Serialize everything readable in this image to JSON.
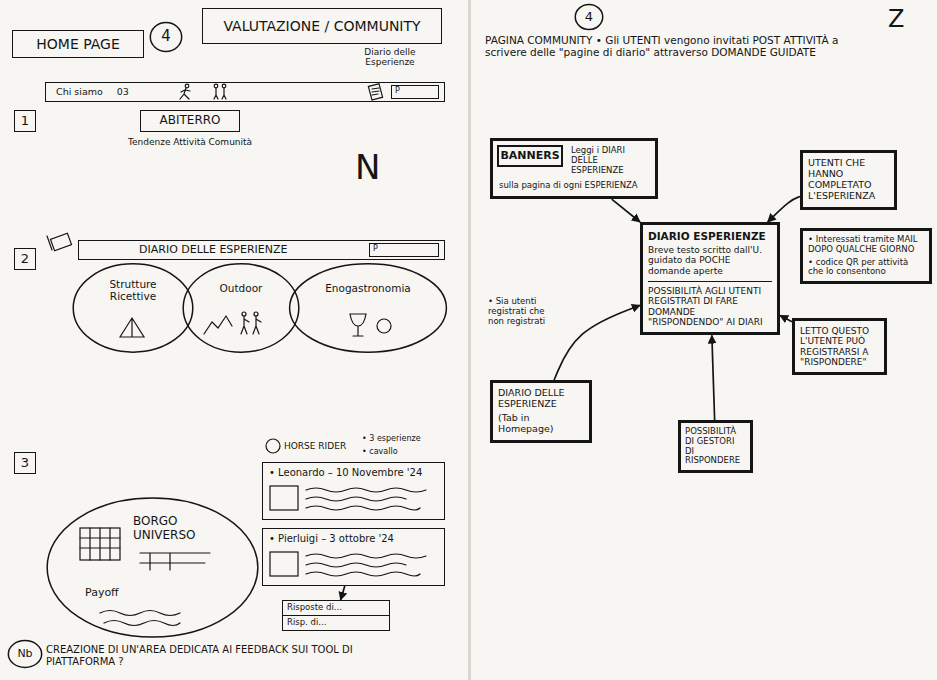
{
  "diagram": {
    "nodes": [
      {
        "text": [
          "HOME PAGE"
        ]
      },
      {
        "text": [
          "4"
        ]
      },
      {
        "text": [
          "VALUTAZIONE / COMMUNITY"
        ]
      },
      {
        "text": [
          "1"
        ]
      },
      {
        "text": [
          "Chi siamo",
          "03"
        ]
      },
      {
        "text": [
          "P"
        ],
        "in": 4
      },
      {
        "text": [
          "ABITERRO"
        ]
      },
      {
        "text": [
          "2"
        ]
      },
      {
        "text": [
          "DIARIO DELLE ESPERIENZE"
        ]
      },
      {
        "text": [
          "P"
        ],
        "in": 8
      },
      {
        "text": [
          "Strutture Ricettive"
        ]
      },
      {
        "text": [
          "Outdoor"
        ]
      },
      {
        "text": [
          "Enogastronomia"
        ]
      },
      {
        "text": [
          "3"
        ]
      },
      {
        "text": [
          "BORGO UNIVERSO",
          "Payoff"
        ]
      },
      {
        "text": [
          "• Leonardo – 10 Novembre '24"
        ]
      },
      {
        "text": [
          "• Pierluigi – 3 ottobre '24"
        ]
      },
      {
        "text": [
          "Risposte di...",
          "Risp. di..."
        ]
      },
      {
        "text": [
          "Nb"
        ]
      },
      {
        "text": [
          "4"
        ]
      },
      {
        "text": [
          "Leggi i DIARI DELLE ESPERIENZE",
          "sulla pagina di ogni ESPERIENZA"
        ]
      },
      {
        "text": [
          "BANNERS"
        ],
        "in": 20
      },
      {
        "text": [
          "UTENTI CHE HANNO COMPLETATO L'ESPERIENZA"
        ]
      },
      {
        "text": [
          "• Interessati tramite MAIL DOPO QUALCHE GIORNO",
          "• codice QR per attività che lo consentono"
        ]
      },
      {
        "text": [
          "DIARIO ESPERIENZE",
          "Breve testo scritto dall'U. guidato da POCHE domande aperte",
          "POSSIBILITÀ AGLI UTENTI REGISTRATI DI FARE DOMANDE \"RISPONDENDO\" AI DIARI"
        ]
      },
      {
        "text": [
          "LETTO QUESTO L'UTENTE PUÒ REGISTRARSI A \"RISPONDERE\""
        ]
      },
      {
        "text": [
          "DIARIO DELLE ESPERIENZE",
          "(Tab in Homepage)"
        ]
      },
      {
        "text": [
          "POSSIBILITÀ DI GESTORI DI RISPONDERE"
        ]
      }
    ],
    "edges": [
      {
        "from": 20,
        "to": 24,
        "arrow": "to"
      },
      {
        "from": 22,
        "to": 24,
        "arrow": "to"
      },
      {
        "from": 26,
        "to": 24,
        "label": "• Sia utenti registrati che non registrati",
        "arrow": "to"
      },
      {
        "from": 25,
        "to": 24,
        "arrow": "to"
      },
      {
        "from": 27,
        "to": 24,
        "arrow": "to"
      },
      {
        "from": 16,
        "to": 17,
        "arrow": "to"
      }
    ],
    "labels": [
      "Diario delle Esperienze",
      "Tendenze Attività Comunità",
      "N",
      "HORSE RIDER",
      "• 3 esperienze",
      "• cavallo",
      "CREAZIONE DI UN'AREA DEDICATA AI FEEDBACK SUI TOOL DI PIATTAFORMA ?",
      "Z",
      "PAGINA COMMUNITY • Gli UTENTI vengono invitati POST ATTIVITÀ a scrivere delle \"pagine di diario\" attraverso DOMANDE GUIDATE"
    ]
  }
}
